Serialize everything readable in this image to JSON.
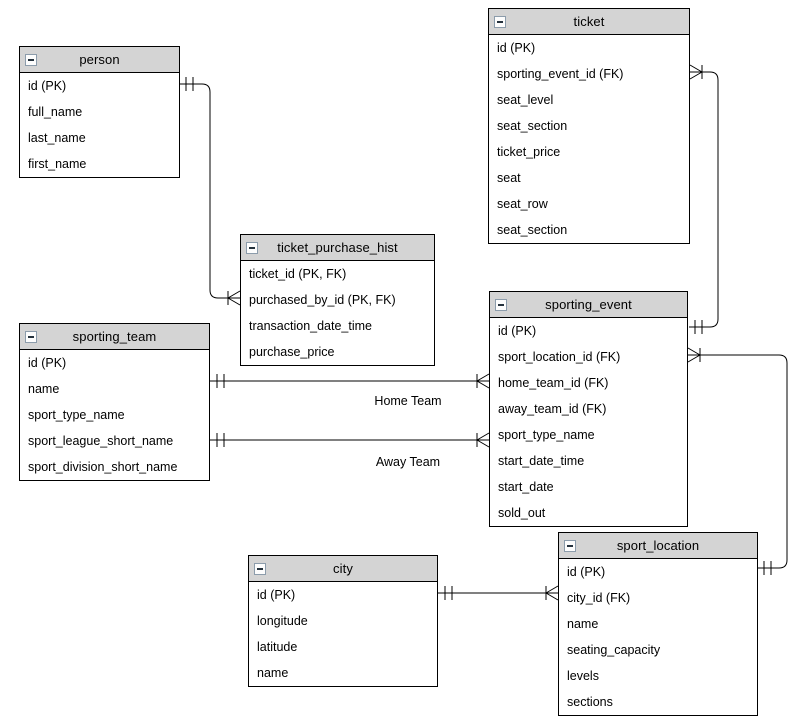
{
  "diagram": {
    "colors": {
      "background": "#ffffff",
      "entity_header_fill": "#d4d4d4",
      "entity_border": "#000000",
      "line": "#000000",
      "collapse_icon_border": "#8c9cab"
    },
    "icons": {
      "collapse_icon": "minus-square"
    },
    "entities": [
      {
        "name": "person",
        "fields": [
          "id (PK)",
          "full_name",
          "last_name",
          "first_name"
        ]
      },
      {
        "name": "ticket",
        "fields": [
          "id (PK)",
          "sporting_event_id (FK)",
          "seat_level",
          "seat_section",
          "ticket_price",
          "seat",
          "seat_row",
          "seat_section"
        ]
      },
      {
        "name": "ticket_purchase_hist",
        "fields": [
          "ticket_id (PK, FK)",
          "purchased_by_id (PK, FK)",
          "transaction_date_time",
          "purchase_price"
        ]
      },
      {
        "name": "sporting_team",
        "fields": [
          "id (PK)",
          "name",
          "sport_type_name",
          "sport_league_short_name",
          "sport_division_short_name"
        ]
      },
      {
        "name": "sporting_event",
        "fields": [
          "id (PK)",
          "sport_location_id (FK)",
          "home_team_id (FK)",
          "away_team_id (FK)",
          "sport_type_name",
          "start_date_time",
          "start_date",
          "sold_out"
        ]
      },
      {
        "name": "city",
        "fields": [
          "id (PK)",
          "longitude",
          "latitude",
          "name"
        ]
      },
      {
        "name": "sport_location",
        "fields": [
          "id (PK)",
          "city_id (FK)",
          "name",
          "seating_capacity",
          "levels",
          "sections"
        ]
      }
    ],
    "relationships": [
      {
        "from": "person",
        "to": "ticket_purchase_hist",
        "from_cardinality": "one",
        "to_cardinality": "many",
        "label": ""
      },
      {
        "from": "sporting_event",
        "to": "ticket",
        "from_cardinality": "one",
        "to_cardinality": "many",
        "label": ""
      },
      {
        "from": "sport_location",
        "to": "sporting_event",
        "from_cardinality": "one",
        "to_cardinality": "many",
        "label": ""
      },
      {
        "from": "sporting_team",
        "to": "sporting_event",
        "from_cardinality": "one",
        "to_cardinality": "many",
        "label": "Home Team"
      },
      {
        "from": "sporting_team",
        "to": "sporting_event",
        "from_cardinality": "one",
        "to_cardinality": "many",
        "label": "Away Team"
      },
      {
        "from": "city",
        "to": "sport_location",
        "from_cardinality": "one",
        "to_cardinality": "many",
        "label": ""
      }
    ]
  }
}
